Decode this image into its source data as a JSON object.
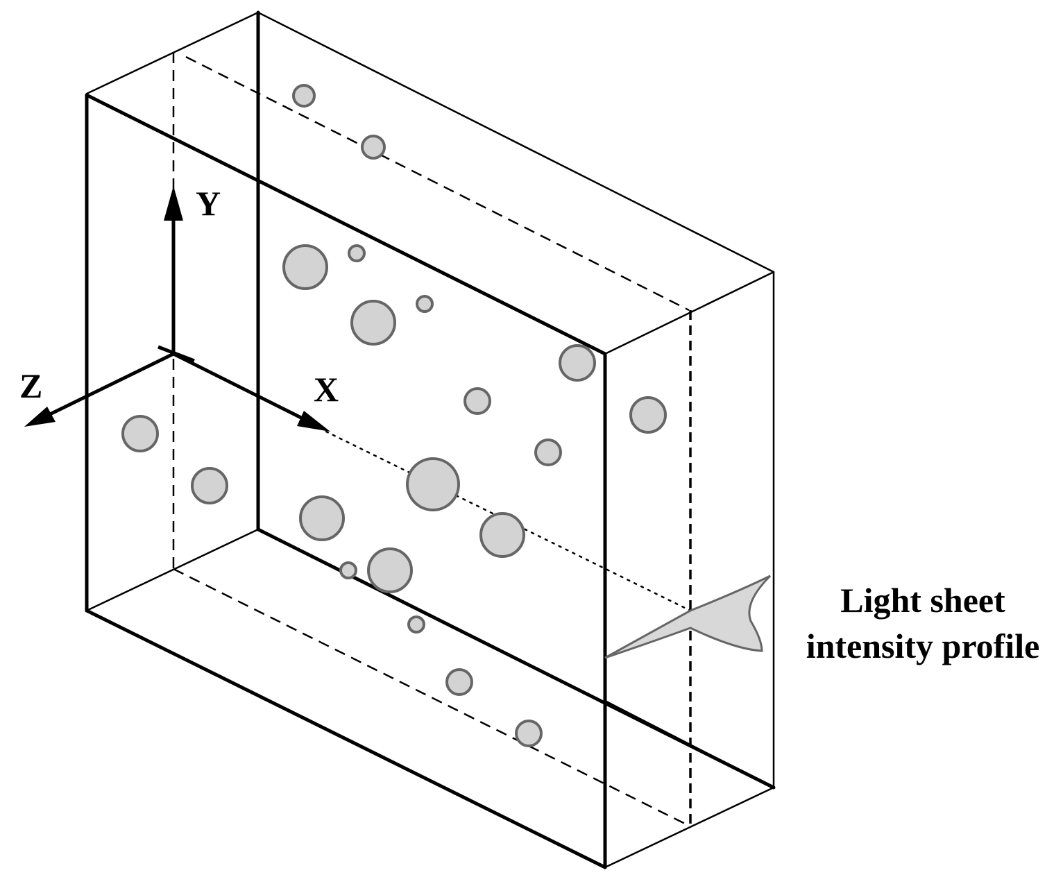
{
  "axes": {
    "y_label": "Y",
    "x_label": "X",
    "z_label": "Z"
  },
  "callout": {
    "line1": "Light sheet",
    "line2": "intensity profile"
  },
  "colors": {
    "particle_fill": "#d3d3d3",
    "particle_stroke": "#666666",
    "lines": "#000000"
  },
  "icons": [
    "particle-circle",
    "arrowhead"
  ]
}
